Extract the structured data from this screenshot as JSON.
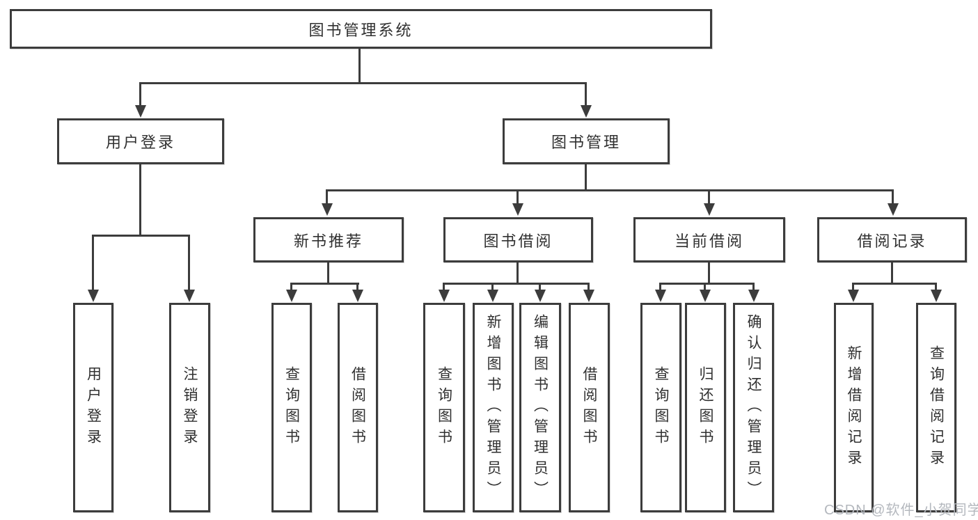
{
  "diagram_type": "hierarchy-diagram",
  "colors": {
    "background": "#ffffff",
    "line": "#3c3c3c",
    "box_border": "#3c3c3c",
    "box_fill": "#ffffff",
    "text": "#303030",
    "watermark": "#b4b8be"
  },
  "watermark": {
    "text": "CSDN @软件_小贺同学"
  },
  "tree": {
    "label": "图书管理系统",
    "children": [
      {
        "label": "用户登录",
        "children": [
          {
            "label": "用户登录"
          },
          {
            "label": "注销登录"
          }
        ]
      },
      {
        "label": "图书管理",
        "children": [
          {
            "label": "新书推荐",
            "children": [
              {
                "label": "查询图书"
              },
              {
                "label": "借阅图书"
              }
            ]
          },
          {
            "label": "图书借阅",
            "children": [
              {
                "label": "查询图书"
              },
              {
                "label": "新增图书（管理员）"
              },
              {
                "label": "编辑图书（管理员）"
              },
              {
                "label": "借阅图书"
              }
            ]
          },
          {
            "label": "当前借阅",
            "children": [
              {
                "label": "查询图书"
              },
              {
                "label": "归还图书"
              },
              {
                "label": "确认归还（管理员）"
              }
            ]
          },
          {
            "label": "借阅记录",
            "children": [
              {
                "label": "新增借阅记录"
              },
              {
                "label": "查询借阅记录"
              }
            ]
          }
        ]
      }
    ]
  }
}
